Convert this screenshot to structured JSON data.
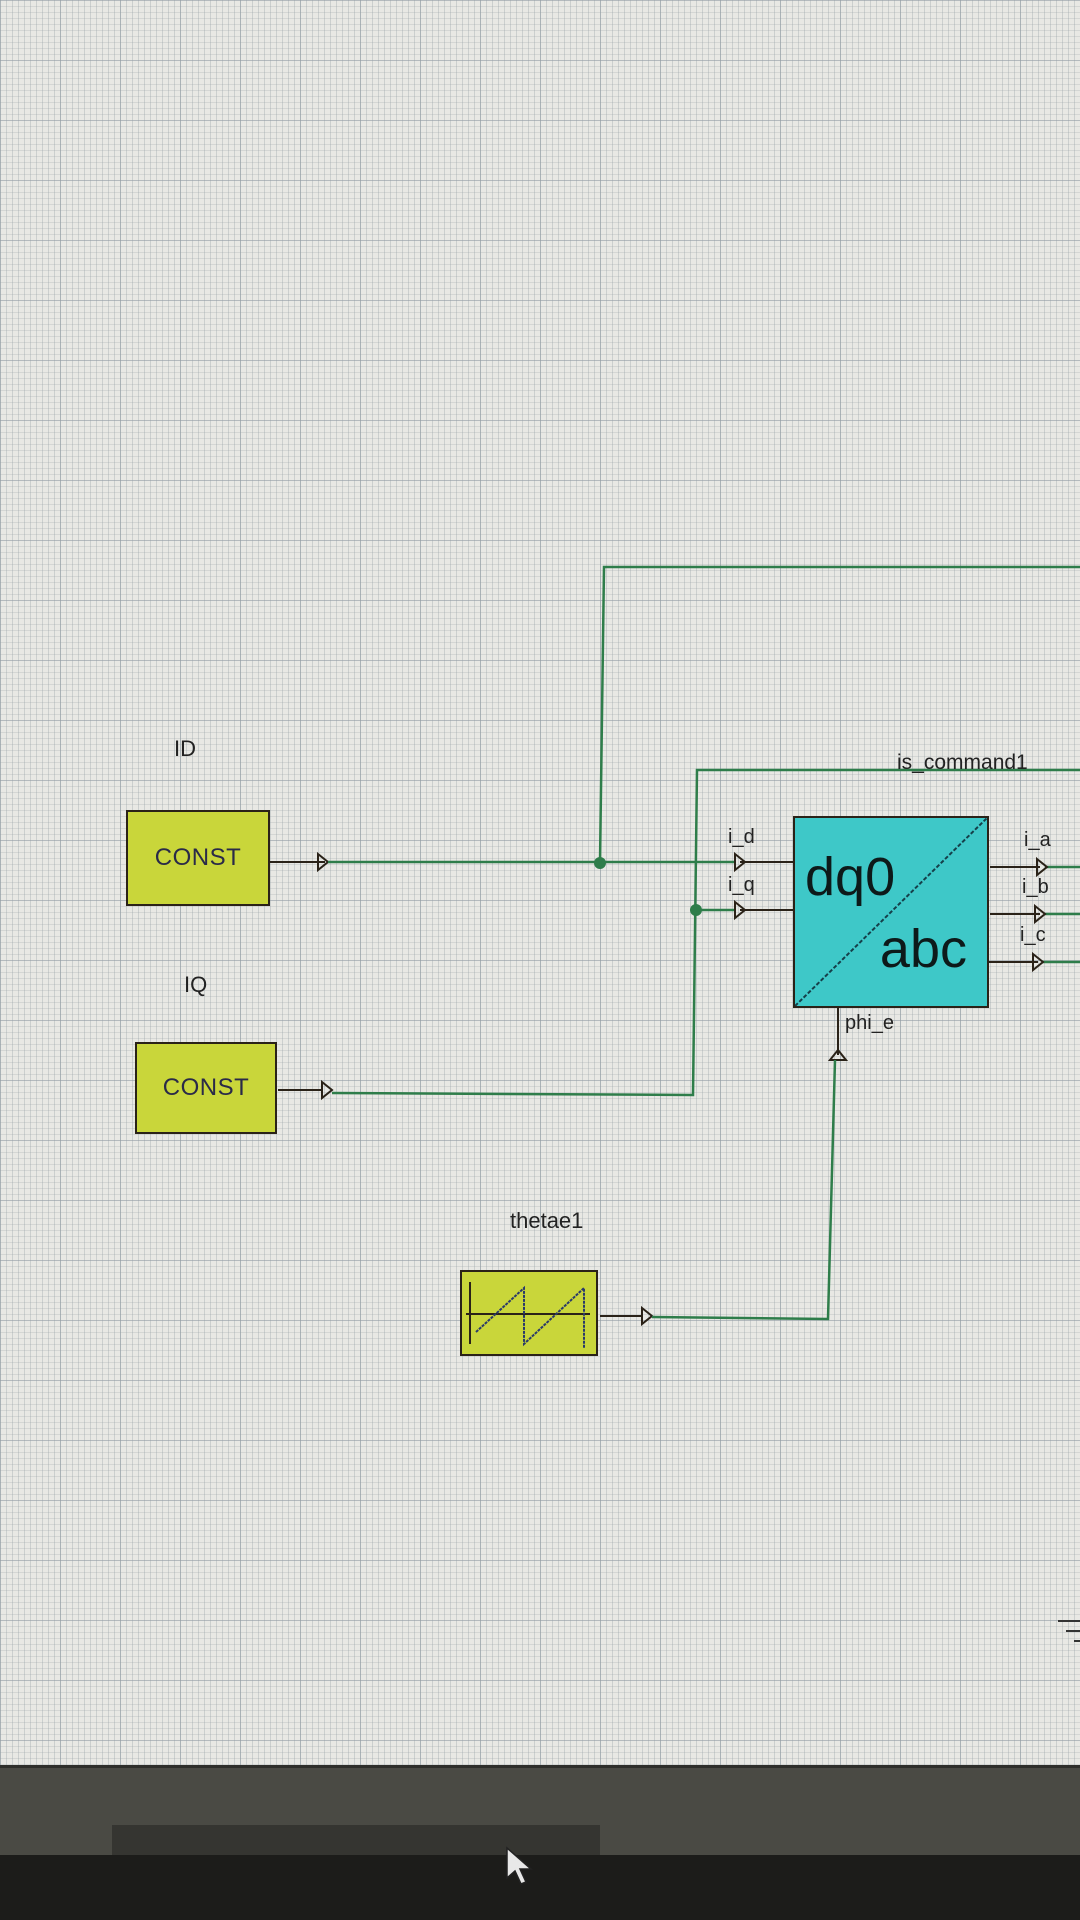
{
  "canvas": {
    "blocks": {
      "id_const": {
        "name": "ID",
        "label": "CONST"
      },
      "iq_const": {
        "name": "IQ",
        "label": "CONST"
      },
      "sawtooth": {
        "name": "thetae1"
      },
      "transform": {
        "top_text": "dq0",
        "bottom_text": "abc",
        "inputs": [
          "i_d",
          "i_q"
        ],
        "outputs": [
          "i_a",
          "i_b",
          "i_c"
        ],
        "angle_input": "phi_e"
      }
    },
    "signals": {
      "bus_label": "is_command1"
    },
    "colors": {
      "wire": "#2e7d4a",
      "const_fill": "#c9d63a",
      "transform_fill": "#3ec8c8",
      "grid_background": "#e8e8e4"
    }
  },
  "scrollbar": {
    "orientation": "horizontal"
  }
}
